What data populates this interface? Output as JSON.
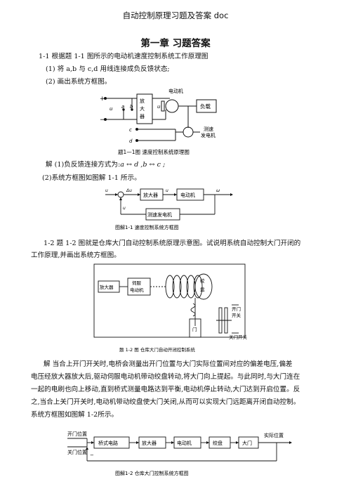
{
  "header": {
    "title": "自动控制原理习题及答案 doc"
  },
  "chapter": {
    "title": "第一章  习题答案"
  },
  "q1": {
    "text": "1-1  根据题 1-1 图所示的电动机速度控制系统工作原理图",
    "item1": "(1)  将 a,b 与 c,d 用线连接成负反馈状态;",
    "item2": "(2)  画出系统方框图。",
    "fig": {
      "amp": "放\n大\n器",
      "motor_label": "电动机",
      "load": "负载",
      "tacho": "测速\n发电机",
      "caption": "题1—1图  速度控制系统原理图",
      "ur": "u",
      "ua": "u",
      "a": "a",
      "b": "b",
      "c": "c",
      "d": "d",
      "plus": "+",
      "minus": "−"
    },
    "answer1_prefix": "解  (1)负反馈连接方式为:",
    "answer1_formula": "a ↔ d ,b ↔ c ;",
    "answer2": "(2)系统方框图如图解 1-1  所示。",
    "block": {
      "amp": "放大器",
      "motor": "电动机",
      "tacho": "测速发电机",
      "ui": "u",
      "du": "Δu",
      "ua": "u",
      "omega": "ω",
      "uf": "u",
      "caption": "图解1-1 速度控制系统方框图"
    }
  },
  "q2": {
    "text_line1": "1-2  题 1-2 图就是仓库大门自动控制系统原理示意图。试说明系统自动控制大门开闭的",
    "text_line2": "工作原理,并画出系统方框图。",
    "fig": {
      "amp": "放大器",
      "servo": "伺服\n电动机",
      "drum": "绞\n盘",
      "door": "门",
      "open_switch": "开门\n开关",
      "close_switch": "关门开关",
      "caption": "题 1-2 图    仓库大门自动开闭控制系统"
    },
    "answer_lines": [
      "解    当合上开门开关时,电桥会测量出开门位置与大门实际位置间对应的偏差电压,偏差",
      "电压经放大器放大后,驱动伺服电动机带动绞盘转动,将大门向上提起。与此同时,与大门连在",
      "一起的电刷也向上移动,直到桥式测量电路达到平衡,电动机停止转动,大门达到开启位置。反",
      "之,当合上关门开关时,电动机带动绞盘使大门关闭,从而可以实现大门远距离开闭自动控制。",
      "系统方框图如图解 1-2所示。"
    ],
    "block": {
      "open_pos": "开门位置",
      "close_pos": "关门位置",
      "bridge": "桥式电路",
      "amp": "放大器",
      "motor": "电动机",
      "drum": "绞盘",
      "door": "大门",
      "actual": "实际位置",
      "caption": "图解1-2    仓库大门控制系统方框图"
    }
  }
}
